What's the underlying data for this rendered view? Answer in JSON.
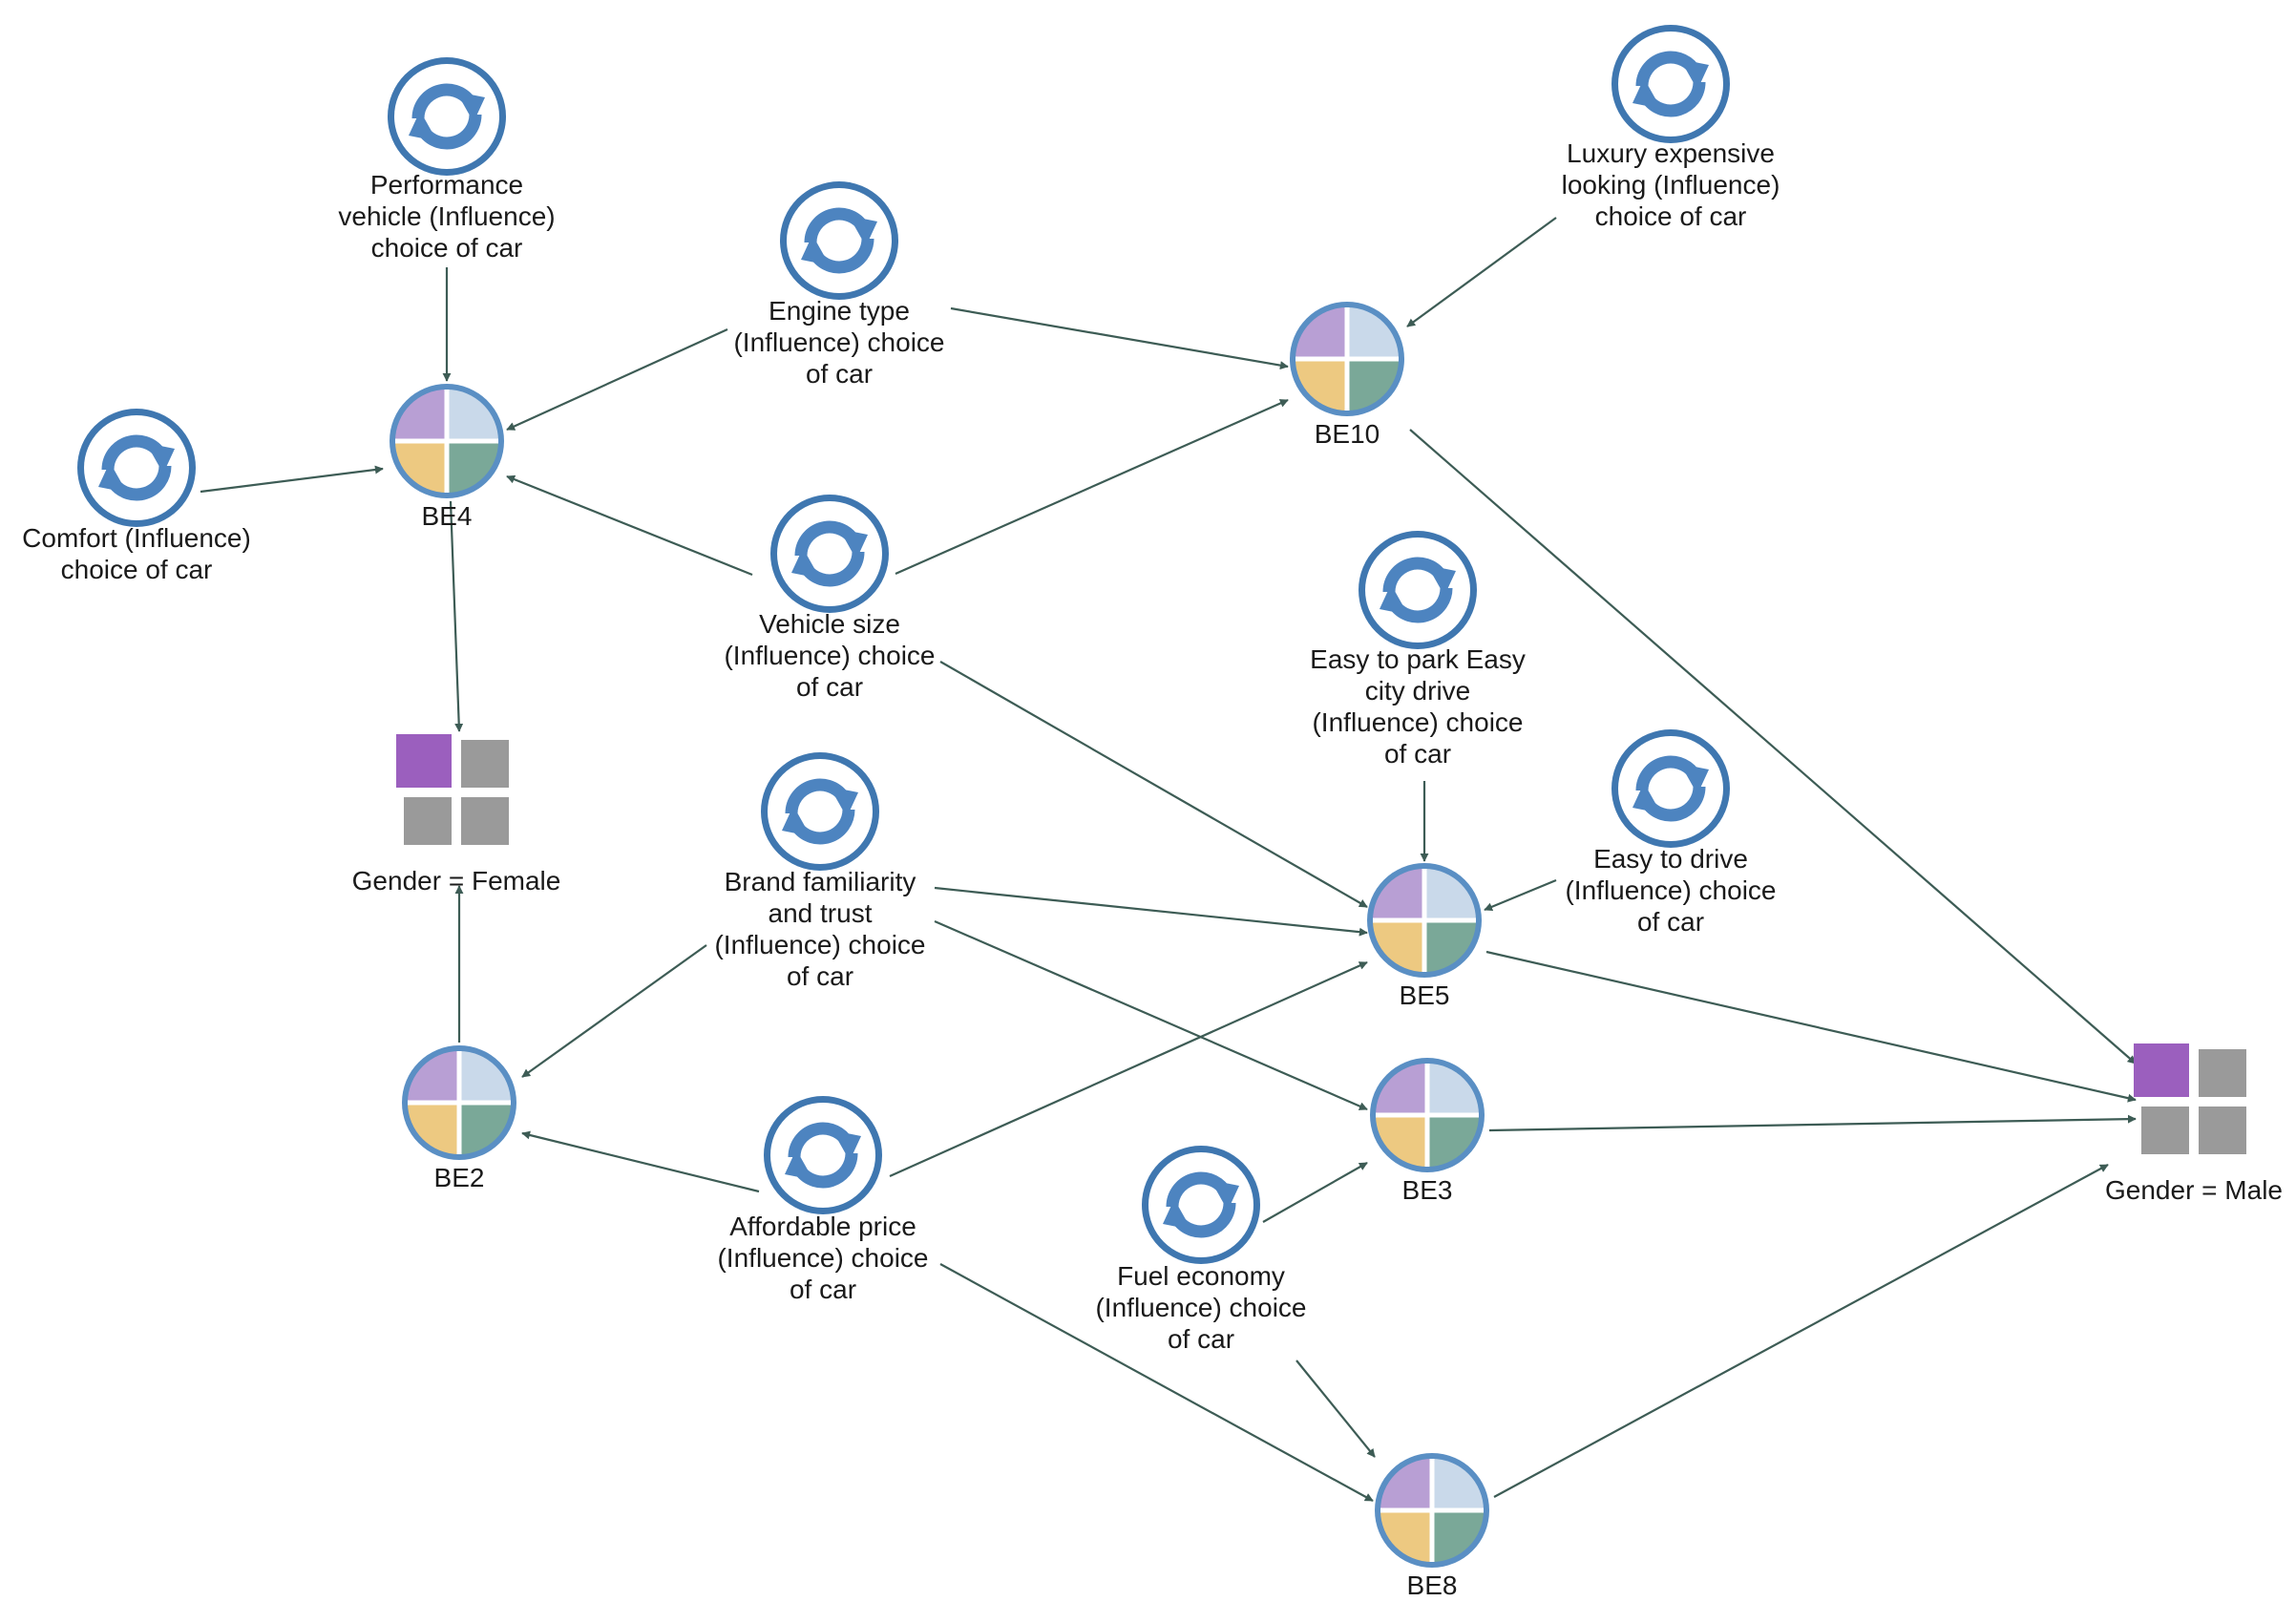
{
  "colors": {
    "ring": "#5a8fc4",
    "ring_dark": "#3f77b0",
    "arrow_icon": "#4d84c0",
    "edge": "#3d5c55",
    "q_purple": "#b89fd4",
    "q_blue": "#c9d9ea",
    "q_yellow": "#edc981",
    "q_green": "#7aa898",
    "gender_purple": "#9b5fbe",
    "gender_gray": "#9a9a9a"
  },
  "influence_nodes": [
    {
      "id": "performance",
      "icon": "refresh-icon",
      "label_lines": [
        "Performance",
        "vehicle (Influence)",
        "choice of car"
      ]
    },
    {
      "id": "comfort",
      "icon": "refresh-icon",
      "label_lines": [
        "Comfort (Influence)",
        "choice of car"
      ]
    },
    {
      "id": "engine",
      "icon": "refresh-icon",
      "label_lines": [
        "Engine type",
        "(Influence) choice",
        "of car"
      ]
    },
    {
      "id": "luxury",
      "icon": "refresh-icon",
      "label_lines": [
        "Luxury expensive",
        "looking (Influence)",
        "choice of car"
      ]
    },
    {
      "id": "vehicle_size",
      "icon": "refresh-icon",
      "label_lines": [
        "Vehicle size",
        "(Influence) choice",
        "of car"
      ]
    },
    {
      "id": "easy_park",
      "icon": "refresh-icon",
      "label_lines": [
        "Easy to park Easy",
        "city drive",
        "(Influence) choice",
        "of car"
      ]
    },
    {
      "id": "easy_drive",
      "icon": "refresh-icon",
      "label_lines": [
        "Easy to drive",
        "(Influence) choice",
        "of car"
      ]
    },
    {
      "id": "brand",
      "icon": "refresh-icon",
      "label_lines": [
        "Brand familiarity",
        "and trust",
        "(Influence) choice",
        "of car"
      ]
    },
    {
      "id": "affordable",
      "icon": "refresh-icon",
      "label_lines": [
        "Affordable price",
        "(Influence) choice",
        "of car"
      ]
    },
    {
      "id": "fuel",
      "icon": "refresh-icon",
      "label_lines": [
        "Fuel economy",
        "(Influence) choice",
        "of car"
      ]
    }
  ],
  "be_nodes": [
    {
      "id": "BE4",
      "label": "BE4"
    },
    {
      "id": "BE10",
      "label": "BE10"
    },
    {
      "id": "BE5",
      "label": "BE5"
    },
    {
      "id": "BE2",
      "label": "BE2"
    },
    {
      "id": "BE3",
      "label": "BE3"
    },
    {
      "id": "BE8",
      "label": "BE8"
    }
  ],
  "outcome_nodes": [
    {
      "id": "female",
      "label": "Gender = Female"
    },
    {
      "id": "male",
      "label": "Gender = Male"
    }
  ],
  "edges": [
    {
      "from": "performance",
      "to": "BE4"
    },
    {
      "from": "comfort",
      "to": "BE4"
    },
    {
      "from": "engine",
      "to": "BE4"
    },
    {
      "from": "engine",
      "to": "BE10"
    },
    {
      "from": "luxury",
      "to": "BE10"
    },
    {
      "from": "vehicle_size",
      "to": "BE4"
    },
    {
      "from": "vehicle_size",
      "to": "BE10"
    },
    {
      "from": "vehicle_size",
      "to": "BE5"
    },
    {
      "from": "BE4",
      "to": "female"
    },
    {
      "from": "BE10",
      "to": "male"
    },
    {
      "from": "easy_park",
      "to": "BE5"
    },
    {
      "from": "easy_drive",
      "to": "BE5"
    },
    {
      "from": "brand",
      "to": "BE5"
    },
    {
      "from": "brand",
      "to": "BE2"
    },
    {
      "from": "brand",
      "to": "BE3"
    },
    {
      "from": "BE5",
      "to": "male"
    },
    {
      "from": "BE2",
      "to": "female"
    },
    {
      "from": "affordable",
      "to": "BE2"
    },
    {
      "from": "affordable",
      "to": "BE5"
    },
    {
      "from": "affordable",
      "to": "BE8"
    },
    {
      "from": "BE3",
      "to": "male"
    },
    {
      "from": "fuel",
      "to": "BE3"
    },
    {
      "from": "fuel",
      "to": "BE8"
    },
    {
      "from": "BE8",
      "to": "male"
    }
  ]
}
